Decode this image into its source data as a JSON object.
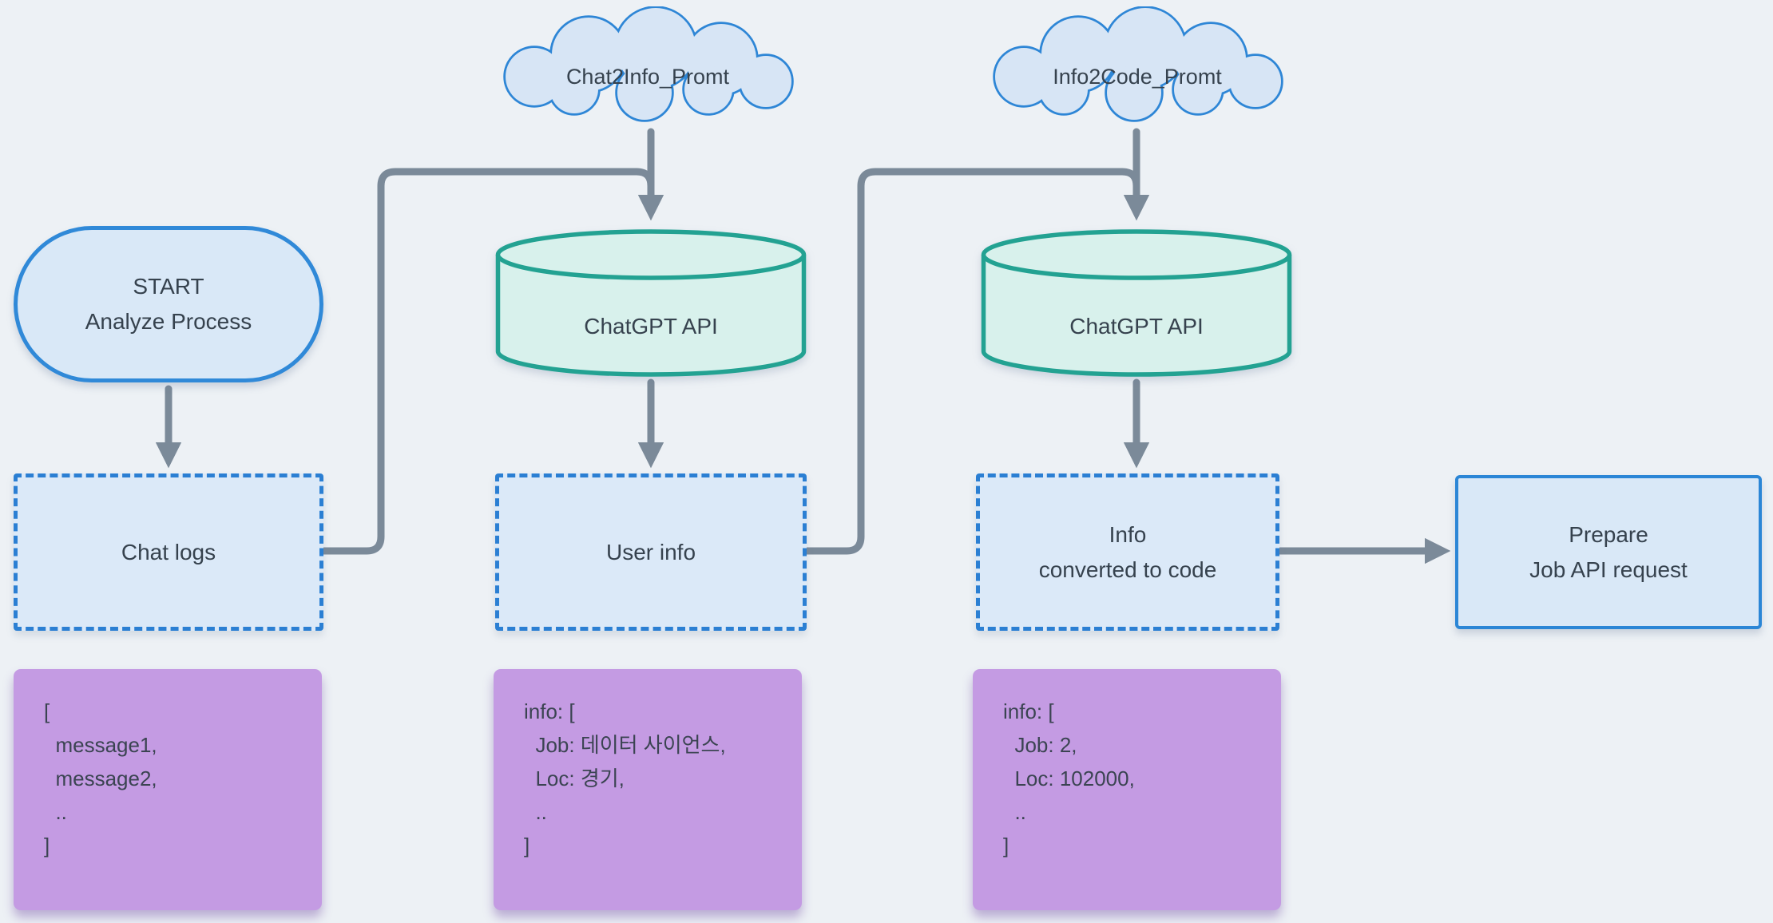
{
  "diagram": {
    "clouds": [
      {
        "label": "Chat2Info_Promt"
      },
      {
        "label": "Info2Code_Promt"
      }
    ],
    "start": {
      "label": "START\nAnalyze Process"
    },
    "api_nodes": [
      {
        "label": "ChatGPT API"
      },
      {
        "label": "ChatGPT API"
      }
    ],
    "data_boxes": [
      {
        "label": "Chat logs"
      },
      {
        "label": "User info"
      },
      {
        "label": "Info\nconverted to code"
      }
    ],
    "output": {
      "label": "Prepare\nJob API request"
    },
    "code_panels": [
      {
        "lines": [
          "[",
          "  message1,",
          "  message2,",
          "  ..",
          "]"
        ]
      },
      {
        "lines": [
          "info: [",
          "  Job: 데이터 사이언스,",
          "  Loc: 경기,",
          "  ..",
          "]"
        ]
      },
      {
        "lines": [
          "info: [",
          "  Job: 2,",
          "  Loc: 102000,",
          "  ..",
          "]"
        ]
      }
    ],
    "colors": {
      "background": "#edf1f5",
      "blue_stroke": "#2e86d6",
      "blue_fill": "#d9e8f7",
      "teal_stroke": "#23a292",
      "teal_fill": "#d8f1ec",
      "purple_fill": "#c49be3",
      "arrow": "#7b8a99",
      "text": "#36424e"
    }
  }
}
